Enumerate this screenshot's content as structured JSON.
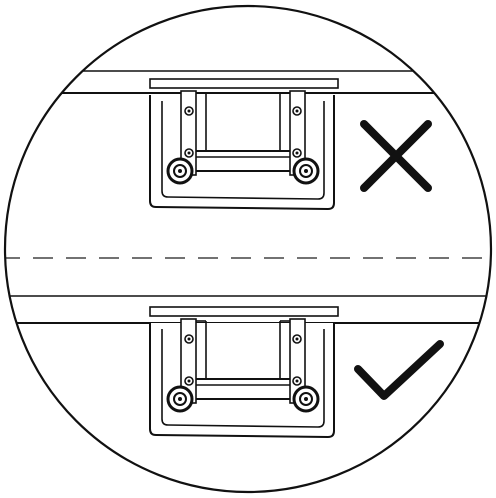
{
  "diagram": {
    "panels": [
      {
        "id": "top",
        "verdict": "incorrect",
        "mark_icon": "cross-icon"
      },
      {
        "id": "bottom",
        "verdict": "correct",
        "mark_icon": "check-icon"
      }
    ],
    "colors": {
      "stroke": "#111111",
      "background": "#ffffff",
      "dash": "#444444"
    }
  }
}
